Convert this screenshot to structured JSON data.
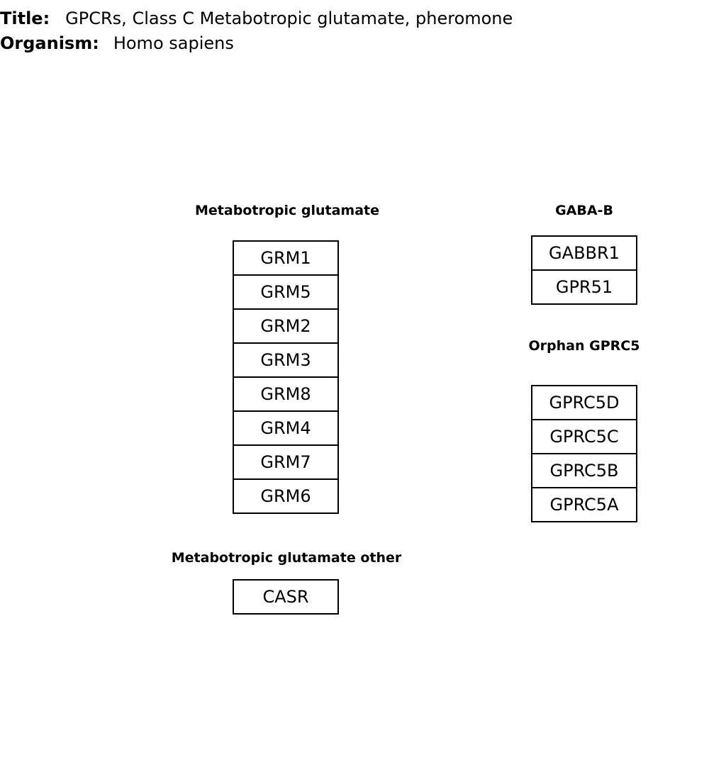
{
  "header": {
    "title_key": "Title:",
    "title_value": "GPCRs, Class C Metabotropic glutamate, pheromone",
    "organism_key": "Organism:",
    "organism_value": "Homo sapiens"
  },
  "groups": {
    "mglu": {
      "label": "Metabotropic glutamate",
      "genes": [
        "GRM1",
        "GRM5",
        "GRM2",
        "GRM3",
        "GRM8",
        "GRM4",
        "GRM7",
        "GRM6"
      ]
    },
    "mglu_other": {
      "label": "Metabotropic glutamate other",
      "genes": [
        "CASR"
      ]
    },
    "gaba_b": {
      "label": "GABA-B",
      "genes": [
        "GABBR1",
        "GPR51"
      ]
    },
    "orphan": {
      "label": "Orphan GPRC5",
      "genes": [
        "GPRC5D",
        "GPRC5C",
        "GPRC5B",
        "GPRC5A"
      ]
    }
  }
}
